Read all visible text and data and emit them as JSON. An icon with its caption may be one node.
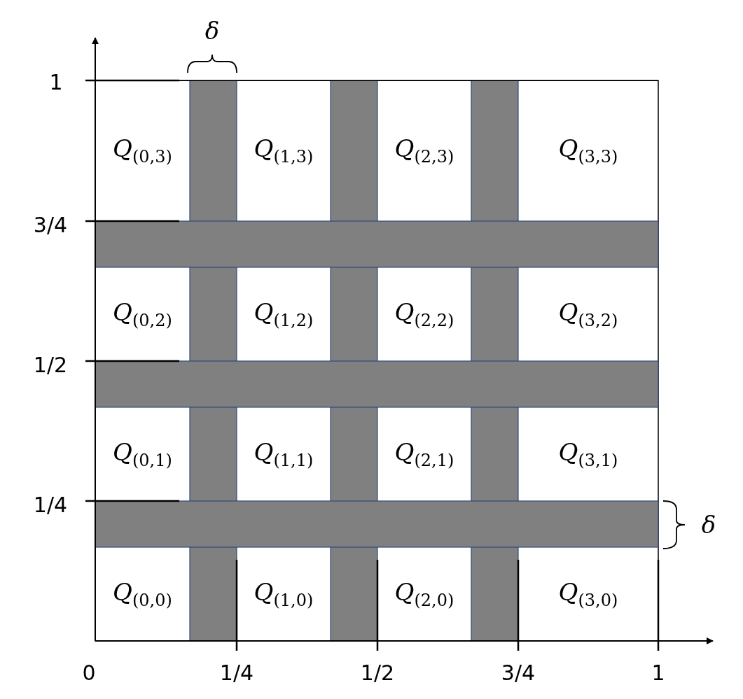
{
  "diagram": {
    "nodes": [
      {
        "text": [
          "*Q*$_{(0,3)}$"
        ]
      },
      {
        "text": [
          "*Q*$_{(1,3)}$"
        ]
      },
      {
        "text": [
          "*Q*$_{(2,3)}$"
        ]
      },
      {
        "text": [
          "*Q*$_{(3,3)}$"
        ]
      },
      {
        "text": [
          "*Q*$_{(0,2)}$"
        ]
      },
      {
        "text": [
          "*Q*$_{(1,2)}$"
        ]
      },
      {
        "text": [
          "*Q*$_{(2,2)}$"
        ]
      },
      {
        "text": [
          "*Q*$_{(3,2)}$"
        ]
      },
      {
        "text": [
          "*Q*$_{(0,1)}$"
        ]
      },
      {
        "text": [
          "*Q*$_{(1,1)}$"
        ]
      },
      {
        "text": [
          "*Q*$_{(2,1)}$"
        ]
      },
      {
        "text": [
          "*Q*$_{(3,1)}$"
        ]
      },
      {
        "text": [
          "*Q*$_{(0,0)}$"
        ]
      },
      {
        "text": [
          "*Q*$_{(1,0)}$"
        ]
      },
      {
        "text": [
          "*Q*$_{(2,0)}$"
        ]
      },
      {
        "text": [
          "*Q*$_{(3,0)}$"
        ]
      }
    ],
    "labels": [
      "δ",
      "1",
      "3/4",
      "1/2",
      "1/4",
      "δ",
      "0",
      "1/4",
      "1/2",
      "3/4",
      "1"
    ]
  }
}
